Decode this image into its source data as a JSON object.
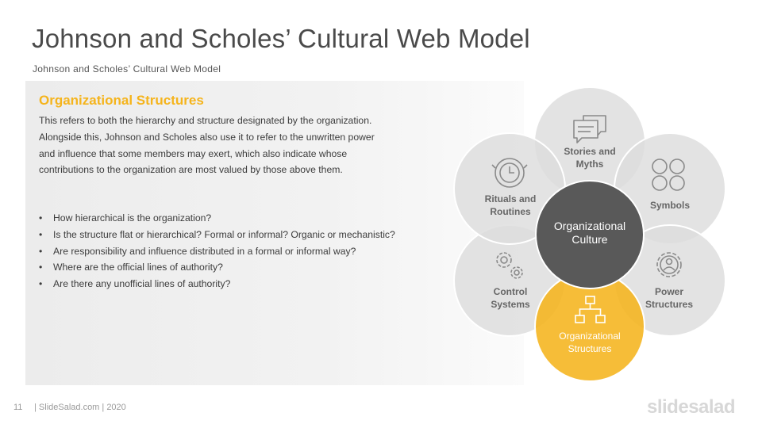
{
  "header": {
    "title": "Johnson and Scholes’ Cultural Web Model",
    "subtitle": "Johnson and Scholes’ Cultural Web Model"
  },
  "content": {
    "heading": "Organizational Structures",
    "body": "This refers to both the hierarchy and structure designated by the organization. Alongside this, Johnson and Scholes also use it to refer to the unwritten power and influence that some members may exert, which also indicate whose contributions to the organization are most valued by those above them.",
    "bullets": [
      "How hierarchical is the organization?",
      "Is the structure flat or hierarchical? Formal or informal? Organic or mechanistic?",
      "Are responsibility and influence distributed in a formal or informal way?",
      "Where are the official lines of authority?",
      "Are there any unofficial lines of authority?"
    ]
  },
  "diagram": {
    "center": "Organizational\nCulture",
    "petals": {
      "stories": "Stories and\nMyths",
      "symbols": "Symbols",
      "power": "Power\nStructures",
      "org": "Organizational\nStructures",
      "control": "Control\nSystems",
      "rituals": "Rituals and\nRoutines"
    },
    "icons": [
      "speech-bubbles-icon",
      "circles-icon",
      "person-gear-icon",
      "org-chart-icon",
      "gears-icon",
      "clock-icon"
    ],
    "colors": {
      "petal": "#e0e0e0",
      "center": "#595959",
      "active": "#f5b41c",
      "icon": "#8a8a8a"
    }
  },
  "footer": {
    "page_number": "11",
    "text": "| SlideSalad.com | 2020",
    "brand": "slidesalad"
  }
}
